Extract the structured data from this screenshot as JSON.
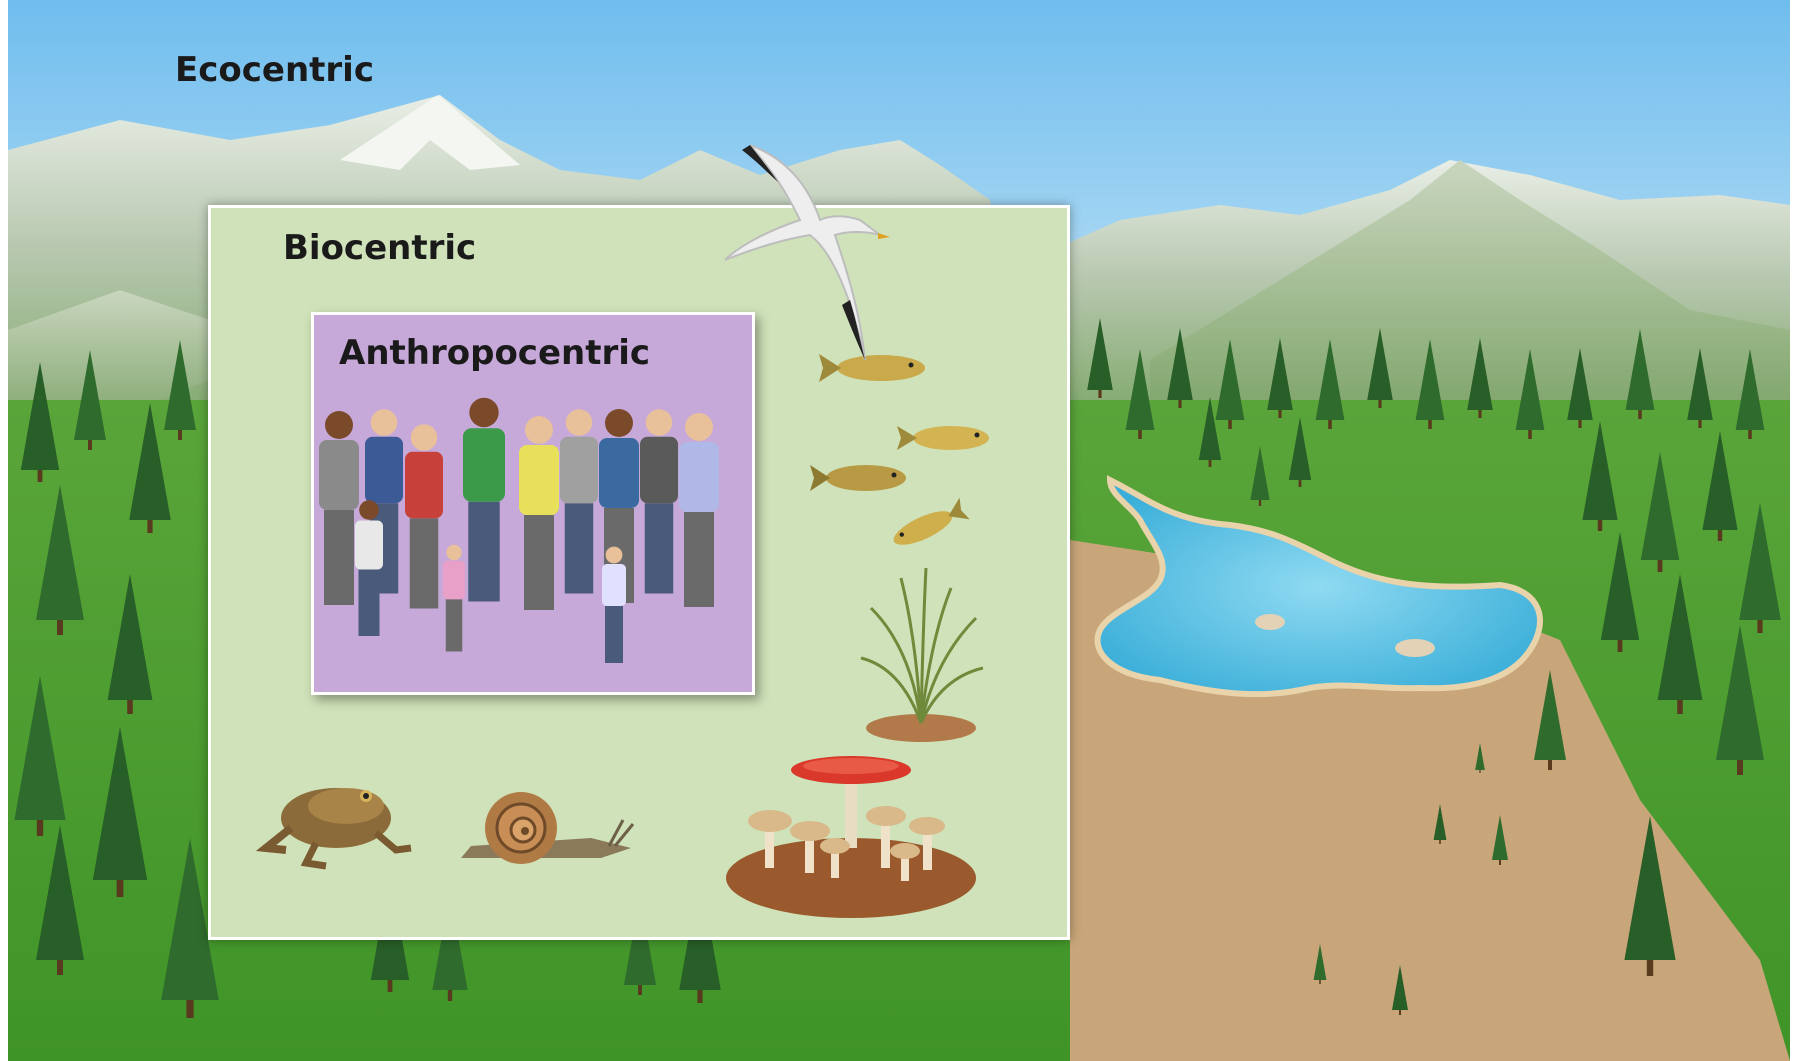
{
  "labels": {
    "ecocentric": "Ecocentric",
    "biocentric": "Biocentric",
    "anthropocentric": "Anthropocentric"
  },
  "colors": {
    "sky_top": "#7cc3ef",
    "sky_bottom": "#d9eef8",
    "mountain": "#a9bfa0",
    "snow": "#eef2ea",
    "grass": "#4da32e",
    "dirt": "#c9a77a",
    "pond": "#5cc3e6",
    "tree": "#2f6b2c",
    "biocentric_panel": "#cfe2b9",
    "anthropocentric_panel": "#c6a9d9"
  }
}
